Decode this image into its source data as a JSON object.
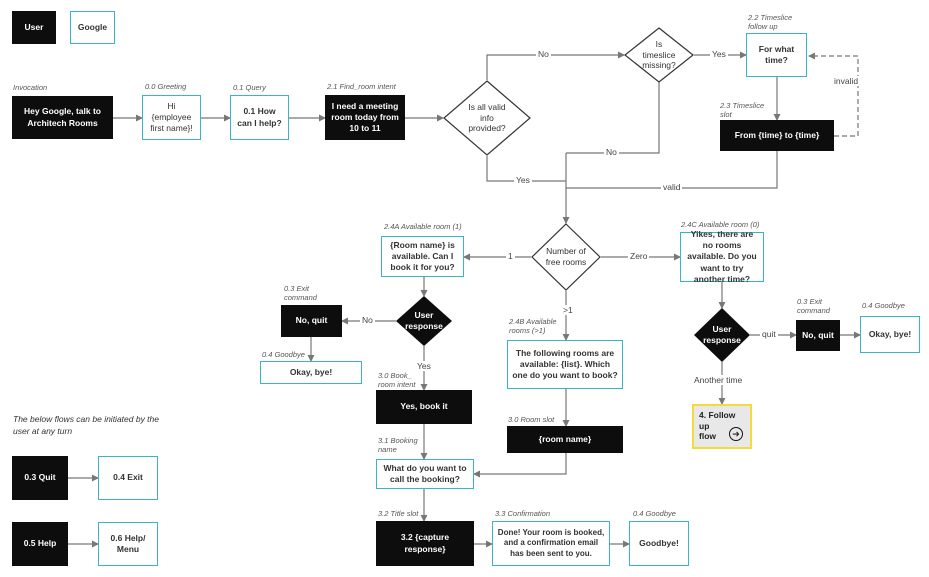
{
  "legend": {
    "user": "User",
    "google": "Google"
  },
  "captions": {
    "invocation": "Invocation",
    "greeting": "0.0 Greeting",
    "query": "0.1 Query",
    "find_room": "2.1 Find_room intent",
    "timeslice_follow": "2.2 Timeslice\nfollow up",
    "timeslice_slot": "2.3 Timeslice\nslot",
    "available_1": "2.4A Available room (1)",
    "available_0": "2.4C Available room (0)",
    "available_many": "2.4B Available\nrooms (>1)",
    "exit_cmd_left": "0.3 Exit\ncommand",
    "goodbye_left": "0.4 Goodbye",
    "exit_cmd_right": "0.3 Exit\ncommand",
    "goodbye_right": "0.4 Goodbye",
    "book_intent": "3.0 Book_\nroom intent",
    "room_slot": "3.0 Room slot",
    "booking_name": "3.1 Booking\nname",
    "title_slot": "3.2 Title slot",
    "confirmation": "3.3 Confirmation",
    "goodbye_bottom": "0.4 Goodbye"
  },
  "boxes": {
    "invocation": "Hey Google, talk to Architech Rooms",
    "greeting": "Hi\n{employee\nfirst name}!",
    "query": "0.1 How can I help?",
    "request": "I need a meeting room today from 10 to 11",
    "for_what_time": "For what time?",
    "from_to": "From {time} to {time}",
    "room_available": "{Room name} is available. Can I book it for you?",
    "no_rooms": "Yikes, there are no rooms available. Do you want to try another time?",
    "no_quit_left": "No, quit",
    "okay_bye_left": "Okay, bye!",
    "no_quit_right": "No, quit",
    "okay_bye_right": "Okay, bye!",
    "following_rooms": "The following rooms are available: {list}. Which one do you want to book?",
    "yes_book": "Yes, book it",
    "room_name": "{room name}",
    "what_call": "What do you want to call the booking?",
    "capture": "3.2 {capture response}",
    "done": "Done! Your room is booked, and a confirmation email has been sent to you.",
    "goodbye": "Goodbye!",
    "quit": "0.3 Quit",
    "exit": "0.4 Exit",
    "help": "0.5 Help",
    "help_menu": "0.6 Help/\nMenu",
    "follow_up": "4. Follow up\nflow"
  },
  "diamonds": {
    "valid_info": "Is all valid info provided?",
    "timeslice": "Is\ntimeslice\nmissing?",
    "free_rooms": "Number of\nfree rooms",
    "user_resp_left": "User\nresponse",
    "user_resp_right": "User\nresponse"
  },
  "edge_labels": {
    "no_top": "No",
    "yes_top": "Yes",
    "invalid": "invalid",
    "no_mid": "No",
    "yes_mid": "Yes",
    "valid": "valid",
    "one": "1",
    "zero": "Zero",
    "more": ">1",
    "no_left": "No",
    "yes_left": "Yes",
    "quit_right": "quit",
    "another_time": "Another time"
  },
  "note": "The below flows can be initiated by the user at any turn",
  "colors": {
    "teal": "#38b6c4",
    "black": "#0d0d0d",
    "highlight": "#f2dc3a"
  }
}
